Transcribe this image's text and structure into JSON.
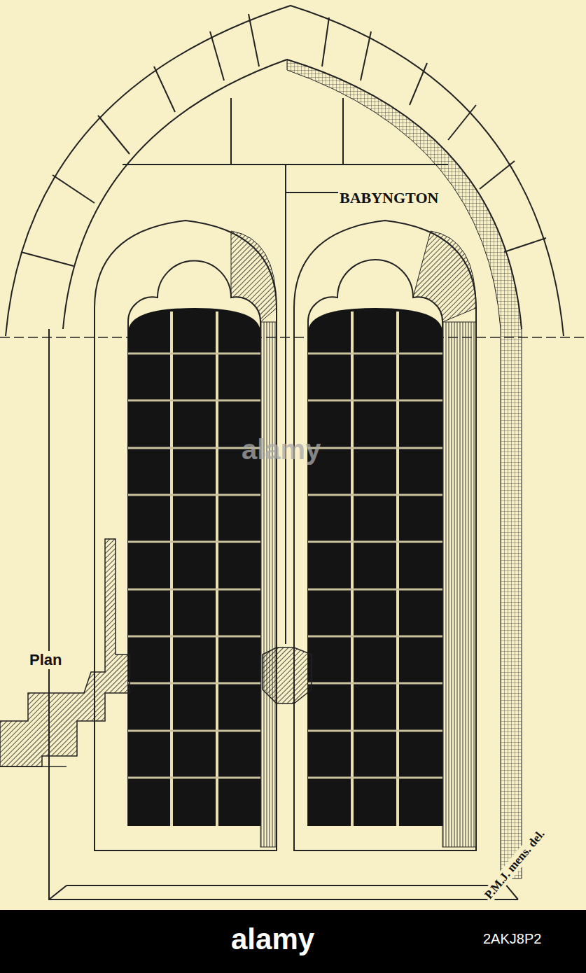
{
  "diagram": {
    "labels": [
      "BABYNGTON",
      "Plan",
      "P.M.J. mens. del.",
      "alamy",
      "alamy",
      "2AKJ8P2"
    ]
  }
}
